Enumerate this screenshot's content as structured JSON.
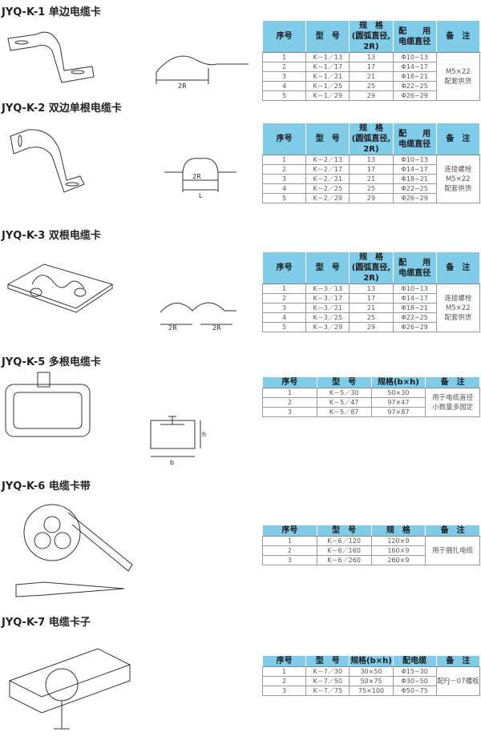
{
  "sections": [
    {
      "title": "JYQ-K-1 单边电缆卡",
      "headers": [
        "序号",
        "型　号",
        "规　格\n(圆弧直径, 2R)",
        "配　　用\n电缆直径",
        "备　注"
      ],
      "rows": [
        [
          "1",
          "K－1／13",
          "13",
          "Φ10~13"
        ],
        [
          "2",
          "K－1／17",
          "17",
          "Φ14~17"
        ],
        [
          "3",
          "K－1／21",
          "21",
          "Φ18~21"
        ],
        [
          "4",
          "K－1／25",
          "25",
          "Φ22~25"
        ],
        [
          "5",
          "K－1／29",
          "29",
          "Φ26~29"
        ]
      ],
      "note": "M5×22\n配套供货",
      "fig_labels": [
        "2R"
      ]
    },
    {
      "title": "JYQ-K-2 双边单根电缆卡",
      "headers": [
        "序号",
        "型　号",
        "规　格\n(圆弧直径, 2R)",
        "配　　用\n电缆直径",
        "备　注"
      ],
      "rows": [
        [
          "1",
          "K－2／13",
          "13",
          "Φ10~13"
        ],
        [
          "2",
          "K－2／17",
          "17",
          "Φ14~17"
        ],
        [
          "3",
          "K－2／21",
          "21",
          "Φ18~21"
        ],
        [
          "4",
          "K－2／25",
          "25",
          "Φ22~25"
        ],
        [
          "5",
          "K－2／29",
          "29",
          "Φ26~29"
        ]
      ],
      "note": "连接螺栓\nM5×22\n配套供货",
      "fig_labels": [
        "2R",
        "L"
      ]
    },
    {
      "title": "JYQ-K-3 双根电缆卡",
      "headers": [
        "序号",
        "型　号",
        "规　格\n(圆弧直径, 2R)",
        "配　　用\n电缆直径",
        "备　注"
      ],
      "rows": [
        [
          "1",
          "K－3／13",
          "13",
          "Φ10~13"
        ],
        [
          "2",
          "K－3／17",
          "17",
          "Φ14~17"
        ],
        [
          "3",
          "K－3／21",
          "21",
          "Φ18~21"
        ],
        [
          "4",
          "K－3／25",
          "25",
          "Φ22~25"
        ],
        [
          "5",
          "K－3／29",
          "29",
          "Φ26~29"
        ]
      ],
      "note": "连接螺栓\nM5×22\n配套供货",
      "fig_labels": [
        "2R",
        "2R"
      ]
    },
    {
      "title": "JYQ-K-5 多根电缆卡",
      "headers": [
        "序号",
        "型　号",
        "规格(b×h)",
        "备　注"
      ],
      "rows": [
        [
          "1",
          "K－5／30",
          "50×30"
        ],
        [
          "2",
          "K－5／47",
          "97×47"
        ],
        [
          "3",
          "K－5／87",
          "97×87"
        ]
      ],
      "note": "用于电缆直径\n小数量多固定",
      "fig_labels": [
        "h",
        "b"
      ]
    },
    {
      "title": "JYQ-K-6 电缆卡带",
      "headers": [
        "序号",
        "型　号",
        "规　格",
        "备　注"
      ],
      "rows": [
        [
          "1",
          "K－6／120",
          "120×9"
        ],
        [
          "2",
          "K－6／160",
          "160×9"
        ],
        [
          "3",
          "K－6／260",
          "260×9"
        ]
      ],
      "note": "用于捆扎电缆",
      "fig_labels": []
    },
    {
      "title": "JYQ-K-7 电缆卡子",
      "headers": [
        "序号",
        "型　号",
        "规格(b×h)",
        "配电缆",
        "备　注"
      ],
      "rows": [
        [
          "1",
          "K－7／30",
          "30×50",
          "Φ15~30"
        ],
        [
          "2",
          "K－7／50",
          "50×75",
          "Φ30~50"
        ],
        [
          "3",
          "K－7／75",
          "75×100",
          "Φ50~75"
        ]
      ],
      "note": "配FJ－07槽板",
      "fig_labels": []
    }
  ],
  "colors": {
    "header": "#7fcbe8"
  }
}
